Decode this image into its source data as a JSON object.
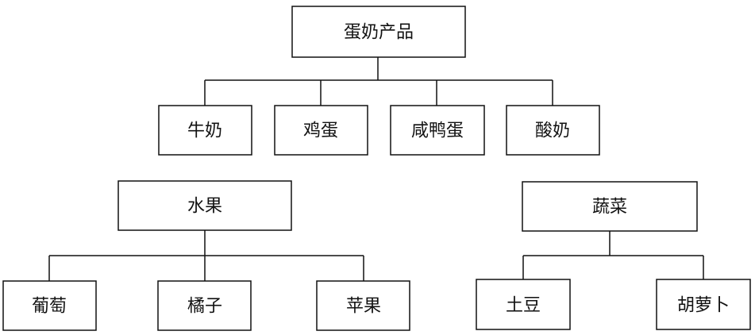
{
  "trees": [
    {
      "root": "蛋奶产品",
      "children": [
        "牛奶",
        "鸡蛋",
        "咸鸭蛋",
        "酸奶"
      ]
    },
    {
      "root": "水果",
      "children": [
        "葡萄",
        "橘子",
        "苹果"
      ]
    },
    {
      "root": "蔬菜",
      "children": [
        "土豆",
        "胡萝卜"
      ]
    }
  ]
}
